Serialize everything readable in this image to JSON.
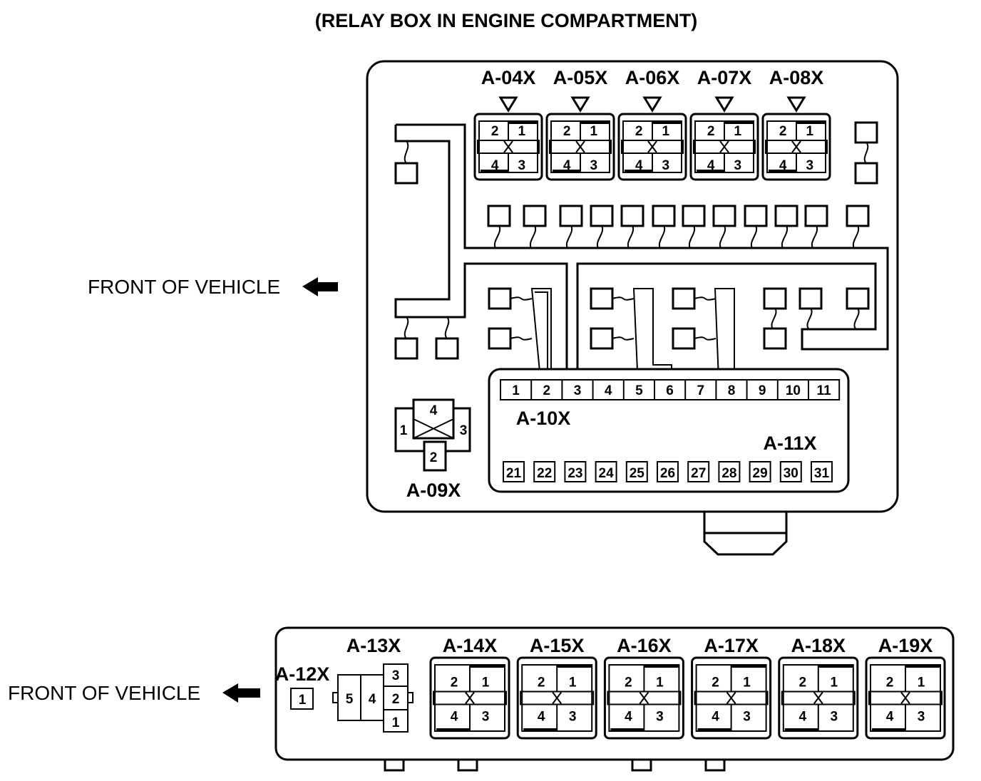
{
  "title": "(RELAY BOX IN ENGINE COMPARTMENT)",
  "front_label": "FRONT OF VEHICLE",
  "relay_box": {
    "top_relays": [
      {
        "id": "A-04X",
        "pins": [
          "2",
          "1",
          "4",
          "3"
        ]
      },
      {
        "id": "A-05X",
        "pins": [
          "2",
          "1",
          "4",
          "3"
        ]
      },
      {
        "id": "A-06X",
        "pins": [
          "2",
          "1",
          "4",
          "3"
        ]
      },
      {
        "id": "A-07X",
        "pins": [
          "2",
          "1",
          "4",
          "3"
        ]
      },
      {
        "id": "A-08X",
        "pins": [
          "2",
          "1",
          "4",
          "3"
        ]
      }
    ],
    "a09x": {
      "id": "A-09X",
      "pins": [
        "4",
        "1",
        "3",
        "2"
      ]
    },
    "a10x": {
      "id": "A-10X",
      "pins": [
        "1",
        "2",
        "3",
        "4",
        "5",
        "6",
        "7",
        "8",
        "9",
        "10",
        "11"
      ]
    },
    "a11x": {
      "id": "A-11X",
      "pins": [
        "21",
        "22",
        "23",
        "24",
        "25",
        "26",
        "27",
        "28",
        "29",
        "30",
        "31"
      ]
    }
  },
  "lower_box": {
    "a12x": {
      "id": "A-12X",
      "pins": [
        "1"
      ]
    },
    "a13x": {
      "id": "A-13X",
      "pins": [
        "5",
        "4",
        "3",
        "2",
        "1"
      ]
    },
    "relays": [
      {
        "id": "A-14X",
        "pins": [
          "2",
          "1",
          "4",
          "3"
        ]
      },
      {
        "id": "A-15X",
        "pins": [
          "2",
          "1",
          "4",
          "3"
        ]
      },
      {
        "id": "A-16X",
        "pins": [
          "2",
          "1",
          "4",
          "3"
        ]
      },
      {
        "id": "A-17X",
        "pins": [
          "2",
          "1",
          "4",
          "3"
        ]
      },
      {
        "id": "A-18X",
        "pins": [
          "2",
          "1",
          "4",
          "3"
        ]
      },
      {
        "id": "A-19X",
        "pins": [
          "2",
          "1",
          "4",
          "3"
        ]
      }
    ]
  }
}
